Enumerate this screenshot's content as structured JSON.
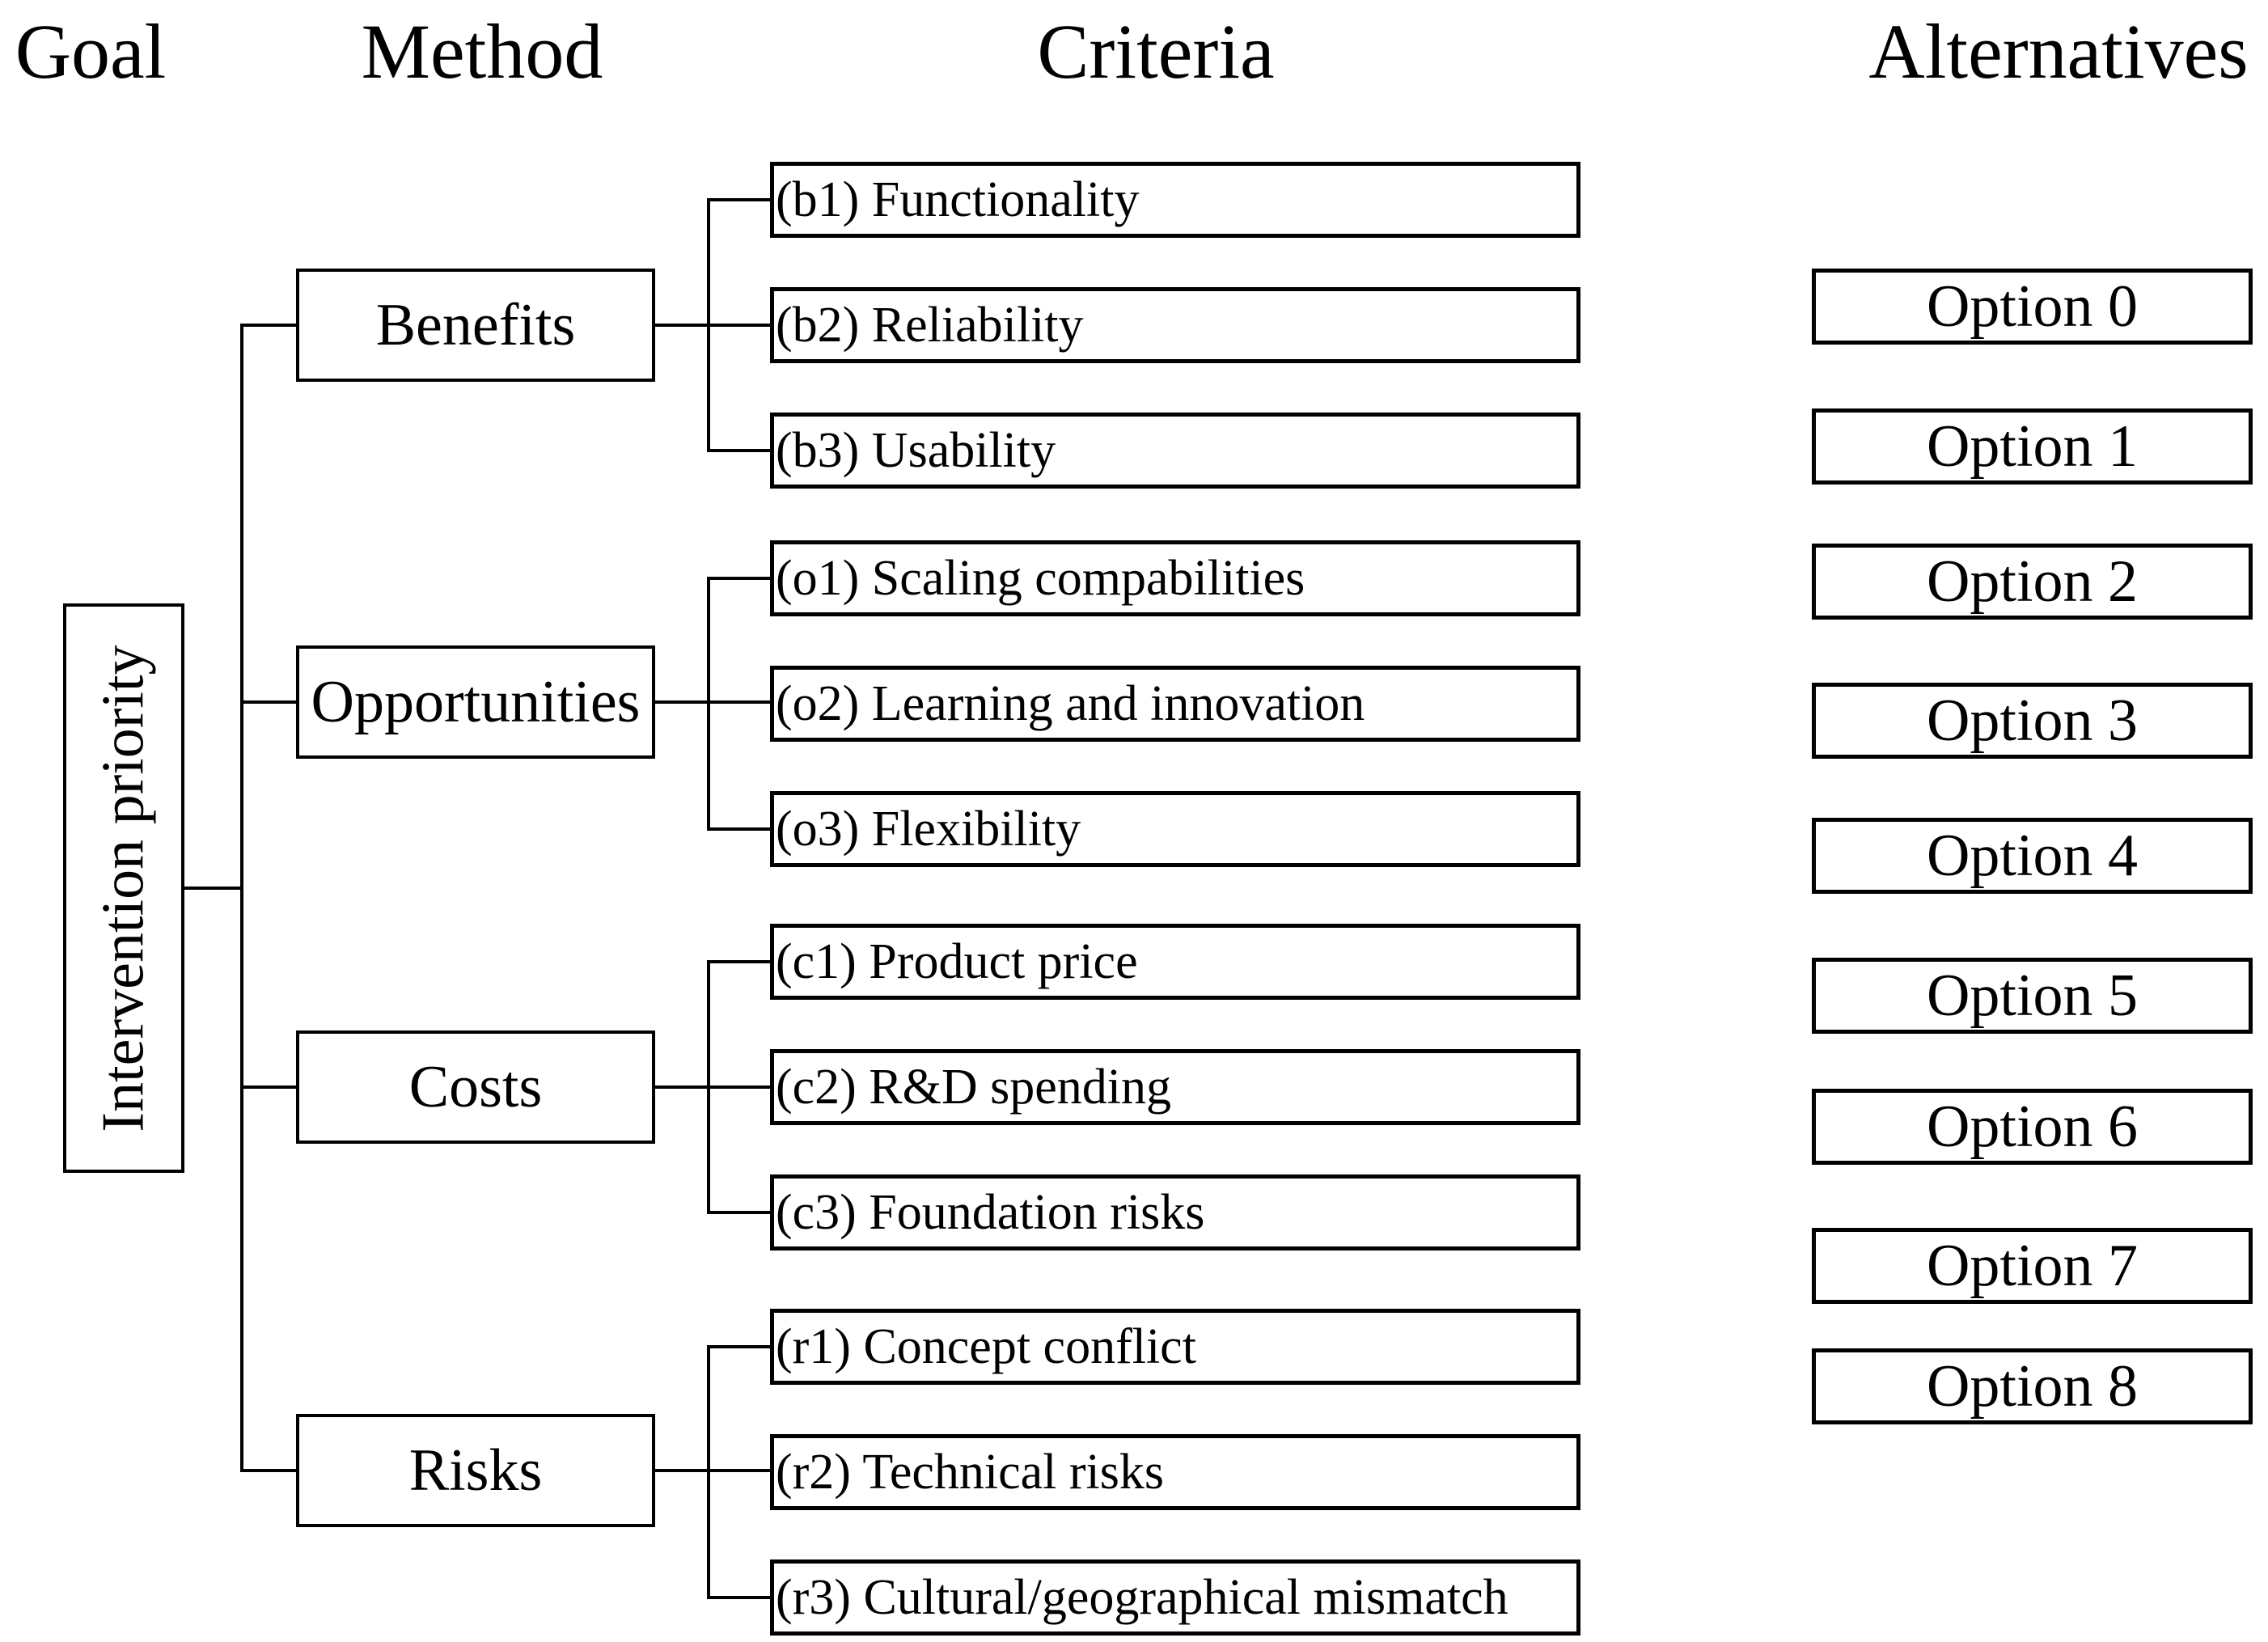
{
  "headers": {
    "goal": "Goal",
    "method": "Method",
    "criteria": "Criteria",
    "alternatives": "Alternatives"
  },
  "goal": {
    "label": "Intervention priority"
  },
  "methods": [
    {
      "label": "Benefits"
    },
    {
      "label": "Opportunities"
    },
    {
      "label": "Costs"
    },
    {
      "label": "Risks"
    }
  ],
  "criteria": [
    {
      "id": "b1",
      "method": "Benefits",
      "label": "(b1) Functionality"
    },
    {
      "id": "b2",
      "method": "Benefits",
      "label": "(b2) Reliability"
    },
    {
      "id": "b3",
      "method": "Benefits",
      "label": "(b3) Usability"
    },
    {
      "id": "o1",
      "method": "Opportunities",
      "label": "(o1) Scaling compabilities"
    },
    {
      "id": "o2",
      "method": "Opportunities",
      "label": "(o2) Learning and innovation"
    },
    {
      "id": "o3",
      "method": "Opportunities",
      "label": "(o3) Flexibility"
    },
    {
      "id": "c1",
      "method": "Costs",
      "label": "(c1) Product price"
    },
    {
      "id": "c2",
      "method": "Costs",
      "label": "(c2) R&D spending"
    },
    {
      "id": "c3",
      "method": "Costs",
      "label": "(c3) Foundation risks"
    },
    {
      "id": "r1",
      "method": "Risks",
      "label": "(r1) Concept conflict"
    },
    {
      "id": "r2",
      "method": "Risks",
      "label": "(r2) Technical risks"
    },
    {
      "id": "r3",
      "method": "Risks",
      "label": "(r3) Cultural/geographical mismatch"
    }
  ],
  "alternatives": [
    "Option 0",
    "Option 1",
    "Option 2",
    "Option 3",
    "Option 4",
    "Option 5",
    "Option 6",
    "Option 7",
    "Option 8"
  ],
  "colors": {
    "background": "#ffffff",
    "line": "#000000",
    "text": "#000000"
  }
}
